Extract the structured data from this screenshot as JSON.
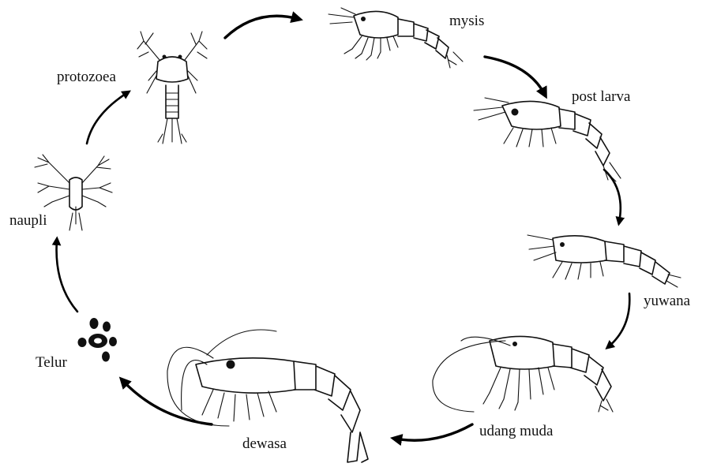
{
  "stages": {
    "mysis": "mysis",
    "post_larva": "post larva",
    "yuwana": "yuwana",
    "udang_muda": "udang muda",
    "dewasa": "dewasa",
    "telur": "Telur",
    "naupli": "naupli",
    "protozoea": "protozoea"
  },
  "cycle_order": [
    "Telur",
    "naupli",
    "protozoea",
    "mysis",
    "post larva",
    "yuwana",
    "udang muda",
    "dewasa"
  ],
  "colors": {
    "ink": "#111111",
    "background": "#ffffff"
  }
}
